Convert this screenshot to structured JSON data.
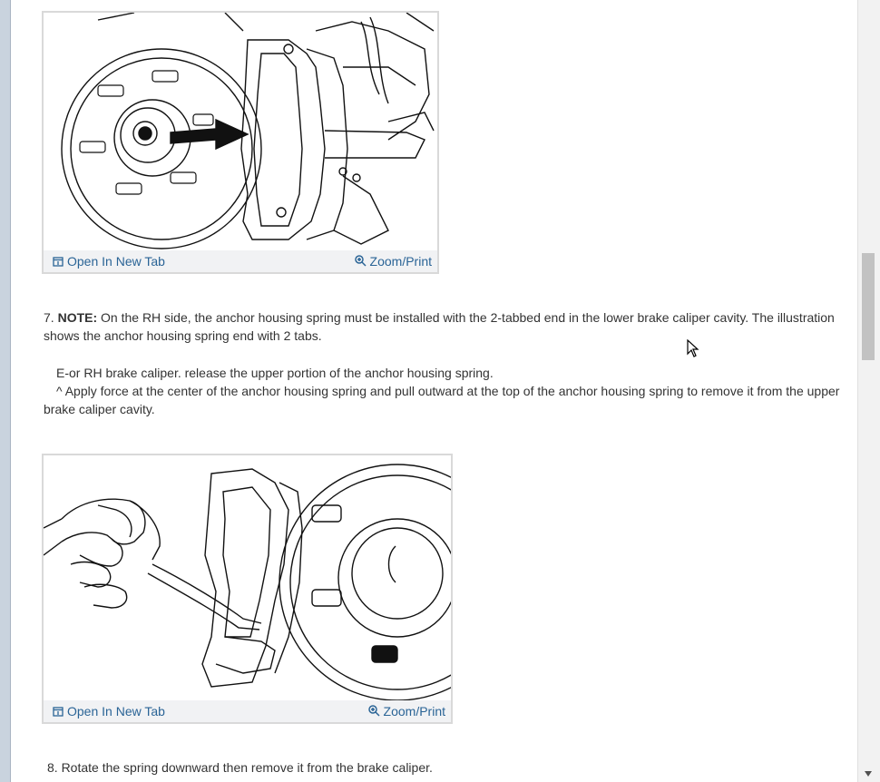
{
  "figures": [
    {
      "open_label": "Open In New Tab",
      "zoom_label": "Zoom/Print"
    },
    {
      "open_label": "Open In New Tab",
      "zoom_label": "Zoom/Print"
    }
  ],
  "step7": {
    "number": "7.",
    "note_label": "NOTE:",
    "note_text": " On the RH side, the anchor housing spring must be installed with the 2-tabbed end in the lower brake caliper cavity. The illustration shows the anchor housing spring end with 2 tabs.",
    "line2": "E-or RH brake caliper. release the upper portion of the anchor housing spring.",
    "bullet": "^",
    "line3": " Apply force at the center of the anchor housing spring and pull outward at the top of the anchor housing spring to remove it from the upper brake caliper cavity."
  },
  "step8": {
    "text": "8. Rotate the spring downward then remove it from the brake caliper."
  },
  "colors": {
    "link": "#2a6496",
    "text": "#333333",
    "toolbar": "#f1f2f4"
  }
}
